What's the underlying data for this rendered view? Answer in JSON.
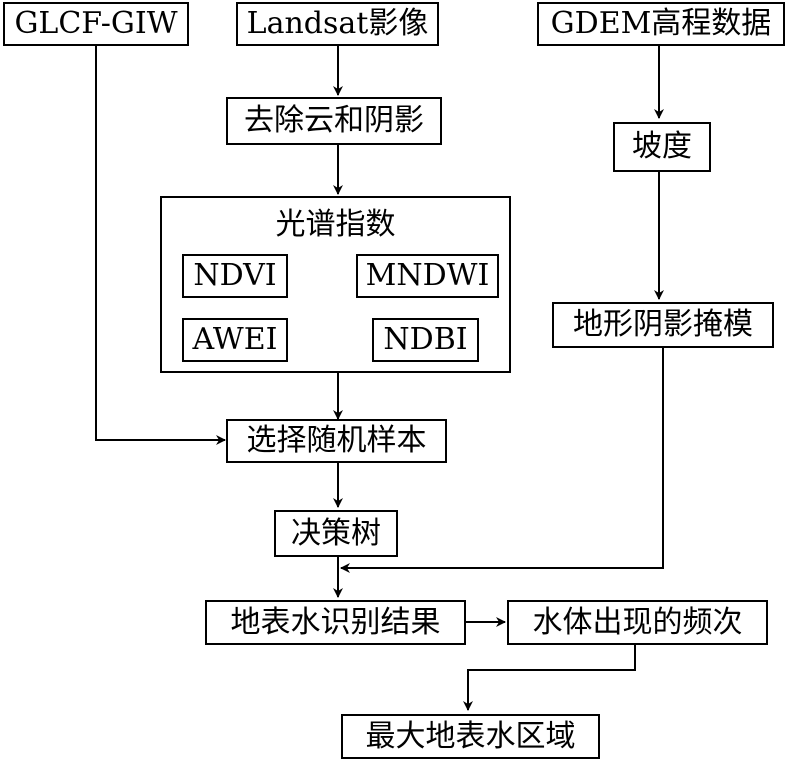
{
  "nodes": {
    "glcf": "GLCF-GIW",
    "landsat": "Landsat影像",
    "gdem": "GDEM高程数据",
    "cloud": "去除云和阴影",
    "slope": "坡度",
    "spectral_title": "光谱指数",
    "ndvi": "NDVI",
    "mndwi": "MNDWI",
    "awei": "AWEI",
    "ndbi": "NDBI",
    "terrain": "地形阴影掩模",
    "sample": "选择随机样本",
    "tree": "决策树",
    "result": "地表水识别结果",
    "freq": "水体出现的频次",
    "maxarea": "最大地表水区域"
  },
  "edges": [
    {
      "from": "landsat",
      "to": "cloud"
    },
    {
      "from": "cloud",
      "to": "spectral"
    },
    {
      "from": "spectral",
      "to": "sample"
    },
    {
      "from": "glcf",
      "to": "sample"
    },
    {
      "from": "sample",
      "to": "tree"
    },
    {
      "from": "gdem",
      "to": "slope"
    },
    {
      "from": "slope",
      "to": "terrain"
    },
    {
      "from": "terrain",
      "to": "result"
    },
    {
      "from": "tree",
      "to": "result"
    },
    {
      "from": "result",
      "to": "freq"
    },
    {
      "from": "freq",
      "to": "maxarea"
    }
  ]
}
